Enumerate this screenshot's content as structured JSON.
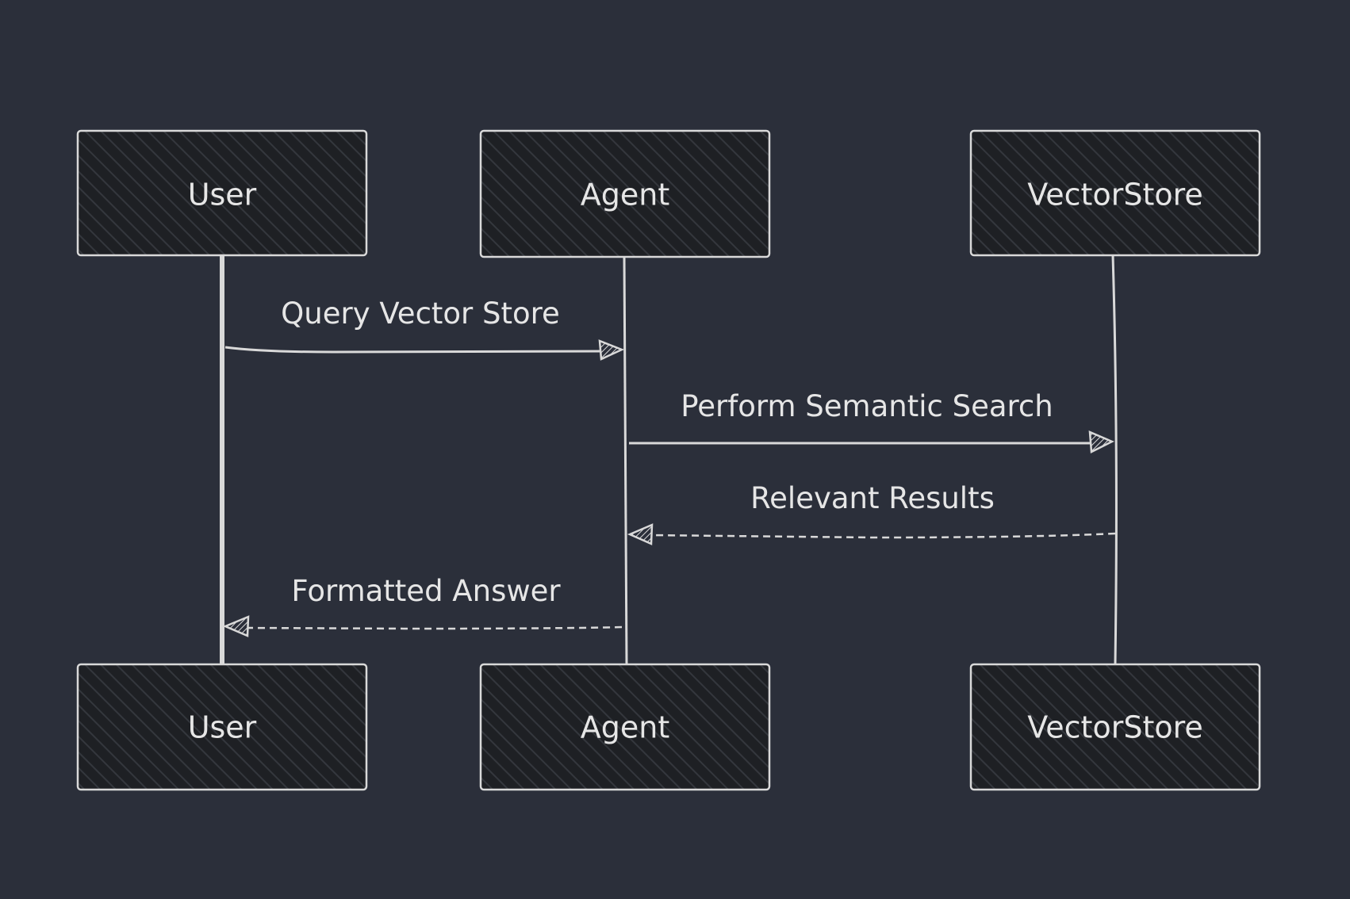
{
  "actors": [
    {
      "id": "user",
      "label": "User"
    },
    {
      "id": "agent",
      "label": "Agent"
    },
    {
      "id": "vectorstore",
      "label": "VectorStore"
    }
  ],
  "messages": [
    {
      "label": "Query Vector Store",
      "from": "user",
      "to": "agent",
      "style": "solid"
    },
    {
      "label": "Perform Semantic Search",
      "from": "agent",
      "to": "vectorstore",
      "style": "solid"
    },
    {
      "label": "Relevant Results",
      "from": "vectorstore",
      "to": "agent",
      "style": "dashed"
    },
    {
      "label": "Formatted Answer",
      "from": "agent",
      "to": "user",
      "style": "dashed"
    }
  ],
  "colors": {
    "background": "#2b2f3a",
    "box_fill": "#1e2024",
    "stroke": "#d9d9d9",
    "text": "#e6e6e6"
  }
}
